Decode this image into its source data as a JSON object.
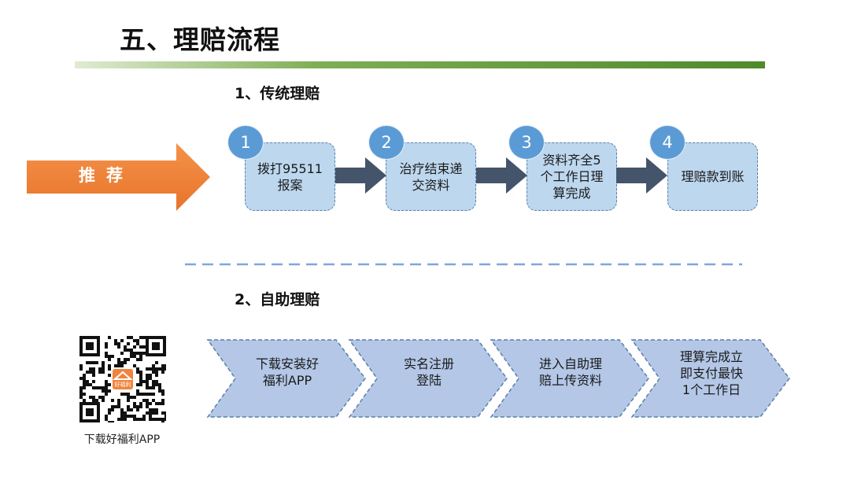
{
  "page": {
    "title": "五、理赔流程"
  },
  "section_traditional": {
    "heading": "1、传统理赔",
    "recommend_label": "推荐",
    "steps": [
      {
        "number": "1",
        "lines": [
          "拨打95511",
          "报案"
        ]
      },
      {
        "number": "2",
        "lines": [
          "治疗结束递",
          "交资料"
        ]
      },
      {
        "number": "3",
        "lines": [
          "资料齐全5",
          "个工作日理",
          "算完成"
        ]
      },
      {
        "number": "4",
        "lines": [
          "理赔款到账"
        ]
      }
    ]
  },
  "section_self_service": {
    "heading": "2、自助理赔",
    "steps": [
      {
        "lines": [
          "下载安装好",
          "福利APP"
        ]
      },
      {
        "lines": [
          "实名注册",
          "登陆"
        ]
      },
      {
        "lines": [
          "进入自助理",
          "赔上传资料"
        ]
      },
      {
        "lines": [
          "理算完成立",
          "即支付最快",
          "1个工作日"
        ]
      }
    ],
    "qr_logo_text": "好福利",
    "qr_caption": "下载好福利APP"
  },
  "colors": {
    "title_bar_start": "#e0ecd2",
    "title_bar_end": "#4f8a2b",
    "recommend_arrow": "#ed7d31",
    "step_box_fill": "#bdd7ee",
    "step_number_fill": "#5b9bd5",
    "connector_arrow": "#44546a",
    "chevron_fill": "#b4c7e7",
    "divider": "#7fa7d9",
    "qr_logo": "#f0843c"
  }
}
